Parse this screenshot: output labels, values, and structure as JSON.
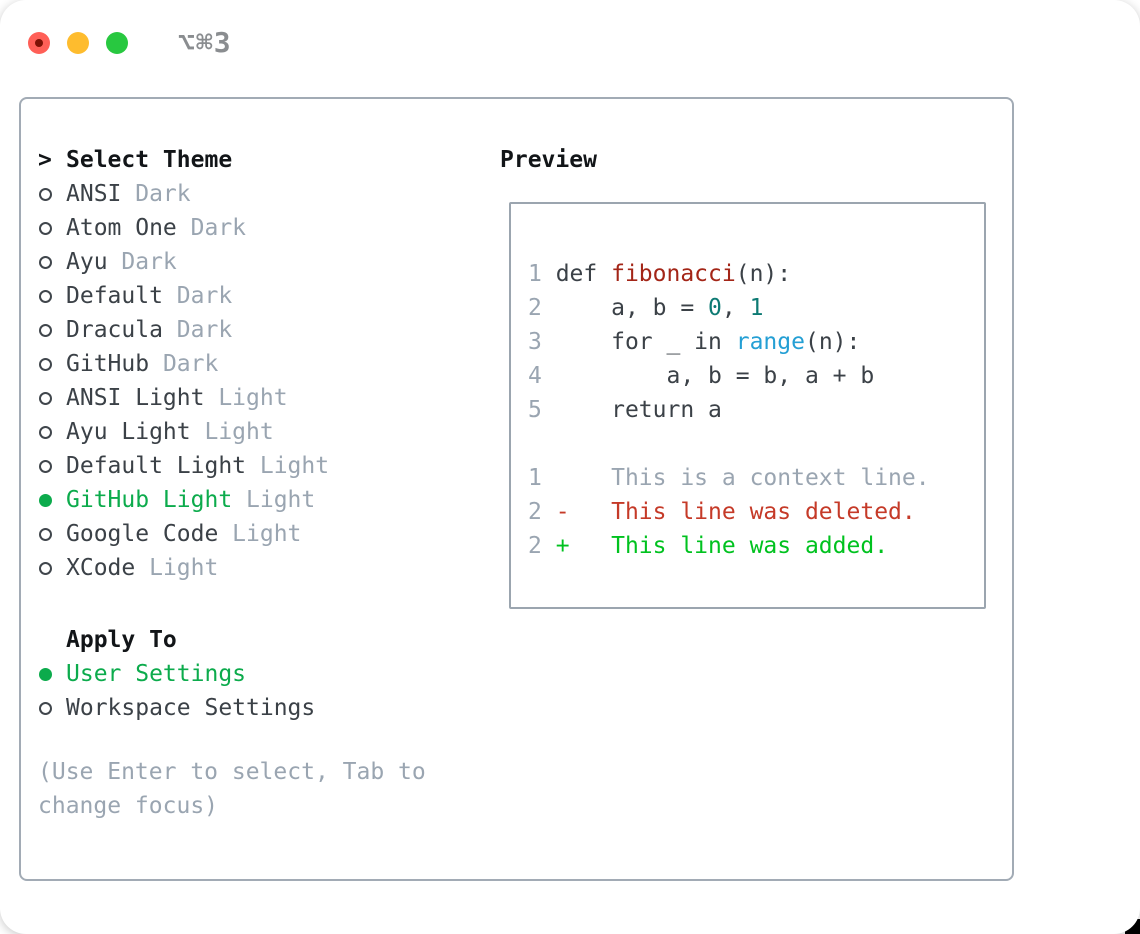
{
  "window": {
    "shortcut_label": "⌥⌘3",
    "traffic_lights": {
      "close": "#ff5f57",
      "minimize": "#febc2e",
      "zoom": "#28c840"
    }
  },
  "theme_picker": {
    "prompt": ">",
    "title": "Select Theme",
    "items": [
      {
        "name": "ANSI",
        "variant": "Dark",
        "selected": false
      },
      {
        "name": "Atom One",
        "variant": "Dark",
        "selected": false
      },
      {
        "name": "Ayu",
        "variant": "Dark",
        "selected": false
      },
      {
        "name": "Default",
        "variant": "Dark",
        "selected": false
      },
      {
        "name": "Dracula",
        "variant": "Dark",
        "selected": false
      },
      {
        "name": "GitHub",
        "variant": "Dark",
        "selected": false
      },
      {
        "name": "ANSI Light",
        "variant": "Light",
        "selected": false
      },
      {
        "name": "Ayu Light",
        "variant": "Light",
        "selected": false
      },
      {
        "name": "Default Light",
        "variant": "Light",
        "selected": false
      },
      {
        "name": "GitHub Light",
        "variant": "Light",
        "selected": true
      },
      {
        "name": "Google Code",
        "variant": "Light",
        "selected": false
      },
      {
        "name": "XCode",
        "variant": "Light",
        "selected": false
      }
    ],
    "apply_to": {
      "title": "Apply To",
      "options": [
        {
          "label": "User Settings",
          "selected": true
        },
        {
          "label": "Workspace Settings",
          "selected": false
        }
      ]
    },
    "hint": "(Use Enter to select, Tab to change focus)"
  },
  "preview": {
    "title": "Preview",
    "lines": [
      [
        {
          "text": "1 ",
          "style": "lineno"
        },
        {
          "text": "def ",
          "style": "plain"
        },
        {
          "text": "fibonacci",
          "style": "function"
        },
        {
          "text": "(n):",
          "style": "plain"
        }
      ],
      [
        {
          "text": "2 ",
          "style": "lineno"
        },
        {
          "text": "    a, b = ",
          "style": "plain"
        },
        {
          "text": "0",
          "style": "number"
        },
        {
          "text": ", ",
          "style": "plain"
        },
        {
          "text": "1",
          "style": "number"
        }
      ],
      [
        {
          "text": "3 ",
          "style": "lineno"
        },
        {
          "text": "    for _ in ",
          "style": "plain"
        },
        {
          "text": "range",
          "style": "builtin"
        },
        {
          "text": "(n):",
          "style": "plain"
        }
      ],
      [
        {
          "text": "4 ",
          "style": "lineno"
        },
        {
          "text": "        a, b = b, a + b",
          "style": "plain"
        }
      ],
      [
        {
          "text": "5 ",
          "style": "lineno"
        },
        {
          "text": "    return a",
          "style": "plain"
        }
      ],
      [],
      [
        {
          "text": "1 ",
          "style": "lineno"
        },
        {
          "text": "    This is a context line.",
          "style": "context"
        }
      ],
      [
        {
          "text": "2 ",
          "style": "lineno"
        },
        {
          "text": "-   This line was deleted.",
          "style": "deleted"
        }
      ],
      [
        {
          "text": "2 ",
          "style": "lineno"
        },
        {
          "text": "+   This line was added.",
          "style": "added"
        }
      ]
    ]
  },
  "colors": {
    "selection_green": "#0cab4c",
    "diff_added_green": "#00c21f",
    "diff_deleted_red": "#c53a28",
    "function_red": "#a32517",
    "number_teal": "#0d7a73",
    "builtin_blue": "#249fd4",
    "muted_gray": "#9aa5b1",
    "text_dark": "#3b4147",
    "panel_border_gray": "#a2abb5"
  }
}
